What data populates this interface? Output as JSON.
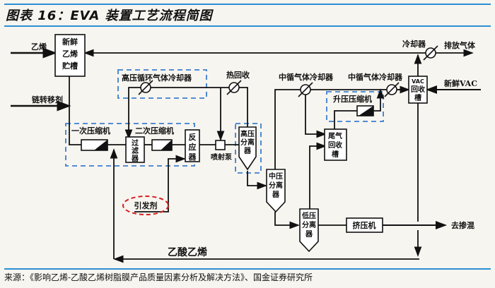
{
  "header": {
    "title": "图表 16：EVA 装置工艺流程简图"
  },
  "diagram": {
    "inputs": {
      "ethylene": "乙烯",
      "chain_transfer_agent": "链转移剂",
      "initiator": "引发剂",
      "fresh_vac": "新鲜VAC",
      "vinyl_acetate": "乙酸乙烯"
    },
    "outputs": {
      "vent_gas": "排放气体",
      "to_blending": "去掺混"
    },
    "units": {
      "fresh_ethylene_tank": [
        "新鲜",
        "乙烯",
        "贮槽"
      ],
      "primary_compressor": "一次压缩机",
      "filter": [
        "过",
        "滤",
        "器"
      ],
      "secondary_compressor": "二次压缩机",
      "reactor": [
        "反",
        "应",
        "器"
      ],
      "jet_pump": "喷射泵",
      "hp_separator": [
        "高压",
        "分离",
        "器"
      ],
      "mp_separator": [
        "中压",
        "分离",
        "器"
      ],
      "lp_separator": [
        "低压",
        "分离",
        "器"
      ],
      "extruder": "挤压机",
      "tail_gas_tank": [
        "尾气",
        "回收",
        "槽"
      ],
      "booster_compressor": "升压压缩机",
      "vac_recovery_tank": [
        "VAC",
        "回收",
        "槽"
      ]
    },
    "exchangers": {
      "hp_recycle_cooler": "高压循环气体冷却器",
      "heat_recovery": "热回收",
      "mid_cycle_cooler_1": "中循气体冷却器",
      "mid_cycle_cooler_2": "中循气体冷却器",
      "vent_cooler": "冷却器"
    }
  },
  "footer": {
    "source": "来源：《影响乙烯-乙酸乙烯树脂膜产品质量因素分析及解决方法》、国金证券研究所"
  },
  "colors": {
    "rule": "#2b8fd3",
    "group_dash": "#3b7fd0",
    "initiator_dash": "#d42020"
  }
}
